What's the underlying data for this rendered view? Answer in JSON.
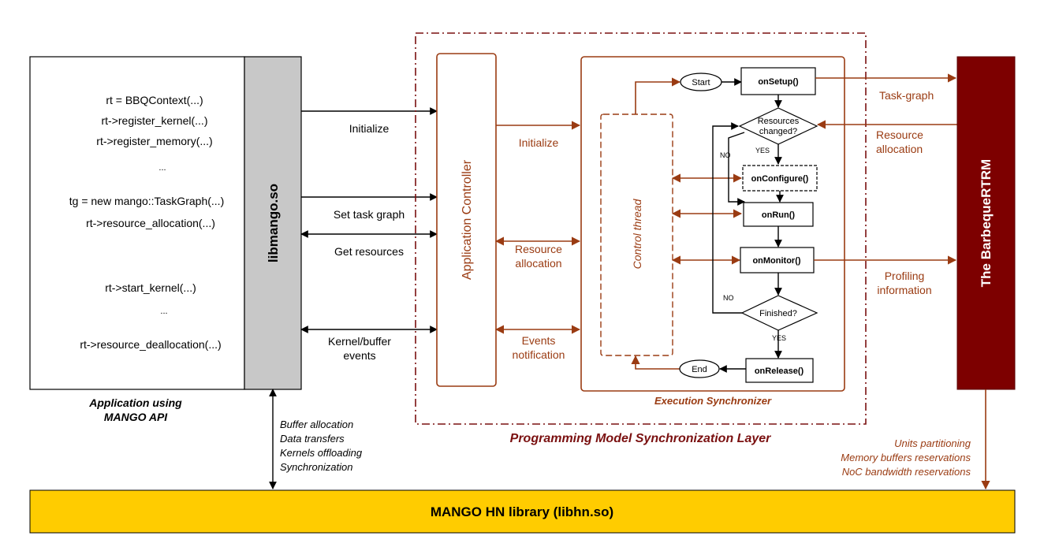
{
  "app": {
    "code_lines": [
      "rt = BBQContext(...)",
      "rt->register_kernel(...)",
      "rt->register_memory(...)",
      "...",
      "tg = new mango::TaskGraph(...)",
      "rt->resource_allocation(...)",
      "rt->start_kernel(...)",
      "...",
      "rt->resource_deallocation(...)"
    ],
    "caption_line1": "Application using",
    "caption_line2": "MANGO API"
  },
  "libmango": {
    "label": "libmango.so"
  },
  "left_arrows": {
    "initialize": "Initialize",
    "set_task_graph": "Set task graph",
    "get_resources": "Get resources",
    "kernel_buffer_line1": "Kernel/buffer",
    "kernel_buffer_line2": "events"
  },
  "app_controller": {
    "label": "Application Controller"
  },
  "mid_arrows": {
    "initialize": "Initialize",
    "resource_line1": "Resource",
    "resource_line2": "allocation",
    "events_line1": "Events",
    "events_line2": "notification"
  },
  "control_thread": {
    "label": "Control thread"
  },
  "flow": {
    "start": "Start",
    "on_setup": "onSetup()",
    "resources_line1": "Resources",
    "resources_line2": "changed?",
    "yes1": "YES",
    "no1": "NO",
    "on_configure": "onConfigure()",
    "on_run": "onRun()",
    "on_monitor": "onMonitor()",
    "no2": "NO",
    "finished": "Finished?",
    "yes2": "YES",
    "on_release": "onRelease()",
    "end": "End"
  },
  "execution_synchronizer": "Execution Synchronizer",
  "layer_label": "Programming Model Synchronization Layer",
  "right_arrows": {
    "task_graph": "Task-graph",
    "resource_line1": "Resource",
    "resource_line2": "allocation",
    "profiling_line1": "Profiling",
    "profiling_line2": "information"
  },
  "barbeque": {
    "label": "The BarbequeRTRM"
  },
  "hn_notes": [
    "Buffer allocation",
    "Data transfers",
    "Kernels offloading",
    "Synchronization"
  ],
  "bbq_notes": [
    "Units partitioning",
    "Memory buffers reservations",
    "NoC bandwidth reservations"
  ],
  "hn_library": {
    "label": "MANGO HN library (libhn.so)"
  },
  "colors": {
    "accent": "#9a3b12",
    "layer": "#7a1010",
    "bbq_fill": "#7d0000",
    "hn_fill": "#ffcc00",
    "lib_fill": "#c8c8c8"
  }
}
